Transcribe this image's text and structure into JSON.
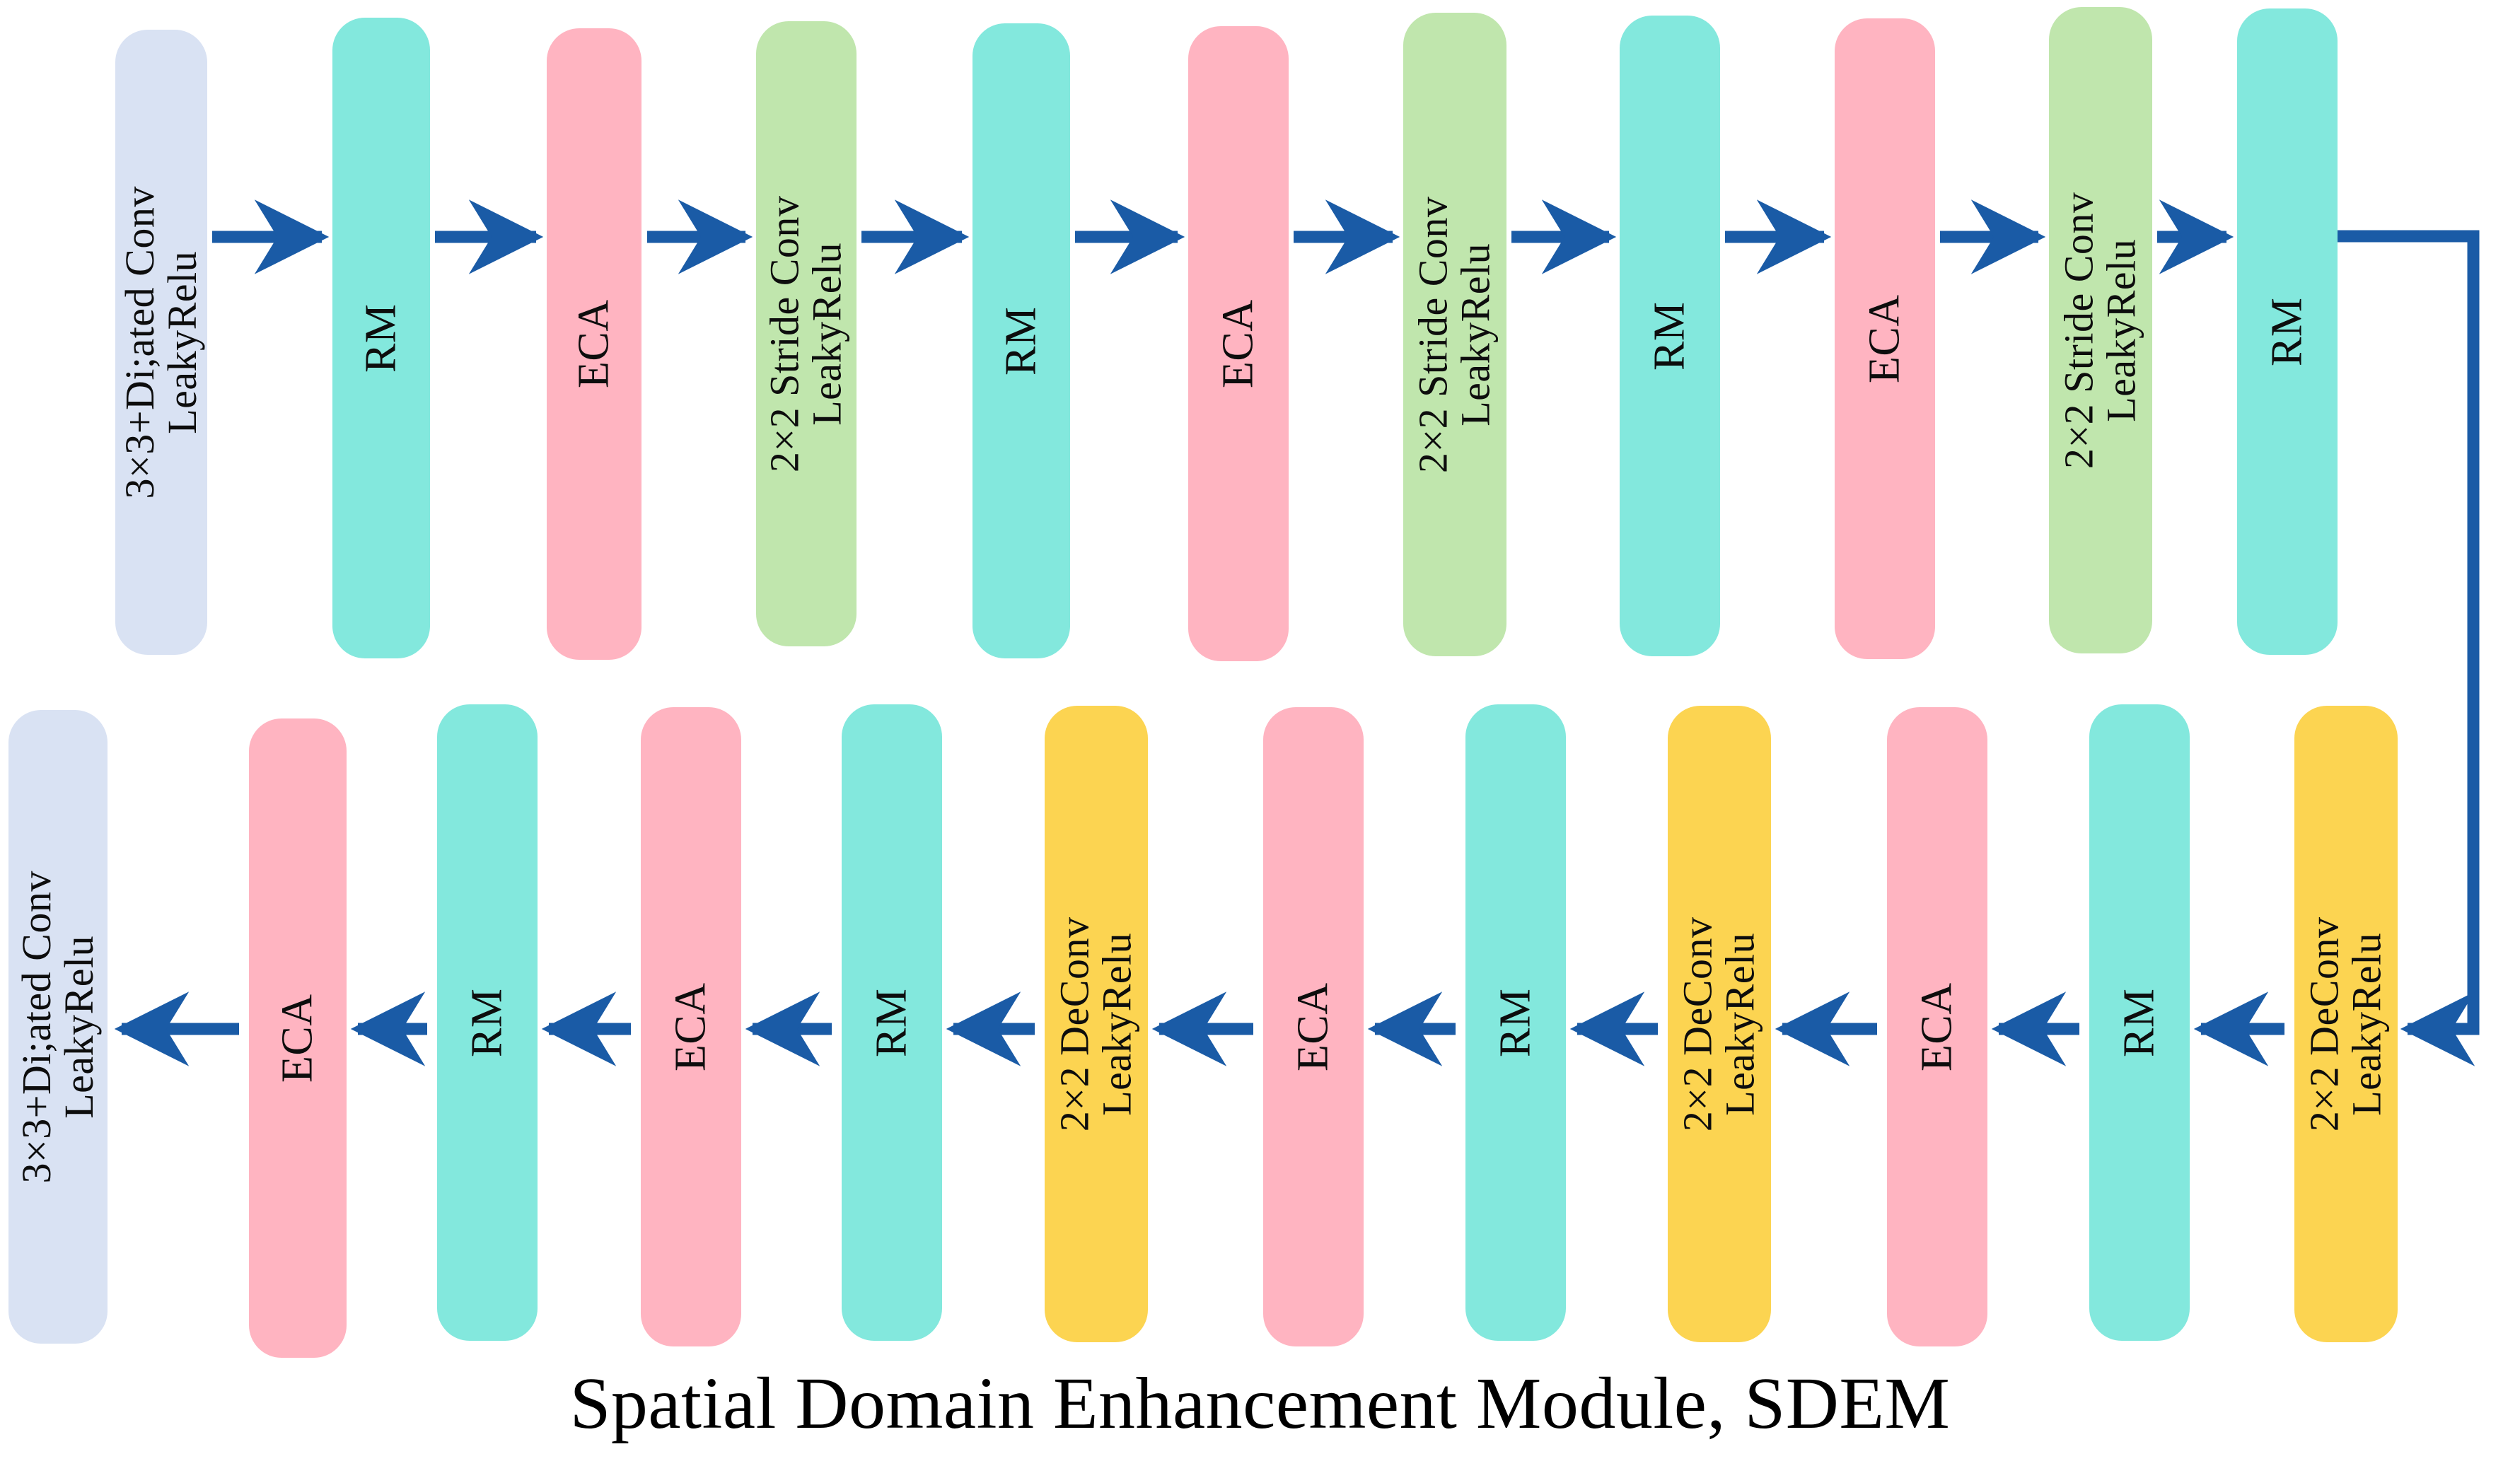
{
  "diagram": {
    "caption": "Spatial Domain Enhancement Module, SDEM",
    "colors": {
      "dilated_conv": "#d9e2f3",
      "rm": "#83e8dd",
      "eca": "#ffb4c1",
      "stride_conv": "#c0e6ad",
      "deconv": "#fcd451",
      "arrow": "#1a5ba6",
      "text": "#0d0d0d",
      "background": "#ffffff"
    },
    "encoder_row": {
      "flow_direction": "left-to-right",
      "blocks": [
        {
          "id": "enc-dilated-conv",
          "kind": "dilated-conv",
          "color": "dilated_conv",
          "line1": "3×3+Di;ated Conv",
          "line2": "LeakyRelu"
        },
        {
          "id": "enc-rm-1",
          "kind": "rm",
          "color": "rm",
          "line1": "RM",
          "line2": ""
        },
        {
          "id": "enc-eca-1",
          "kind": "eca",
          "color": "eca",
          "line1": "ECA",
          "line2": ""
        },
        {
          "id": "enc-stride-conv-1",
          "kind": "stride-conv",
          "color": "stride_conv",
          "line1": "2×2  Stride Conv",
          "line2": "LeakyRelu"
        },
        {
          "id": "enc-rm-2",
          "kind": "rm",
          "color": "rm",
          "line1": "RM",
          "line2": ""
        },
        {
          "id": "enc-eca-2",
          "kind": "eca",
          "color": "eca",
          "line1": "ECA",
          "line2": ""
        },
        {
          "id": "enc-stride-conv-2",
          "kind": "stride-conv",
          "color": "stride_conv",
          "line1": "2×2  Stride Conv",
          "line2": "LeakyRelu"
        },
        {
          "id": "enc-rm-3",
          "kind": "rm",
          "color": "rm",
          "line1": "RM",
          "line2": ""
        },
        {
          "id": "enc-eca-3",
          "kind": "eca",
          "color": "eca",
          "line1": "ECA",
          "line2": ""
        },
        {
          "id": "enc-stride-conv-3",
          "kind": "stride-conv",
          "color": "stride_conv",
          "line1": "2×2  Stride Conv",
          "line2": "LeakyRelu"
        },
        {
          "id": "enc-rm-4",
          "kind": "rm",
          "color": "rm",
          "line1": "RM",
          "line2": ""
        }
      ]
    },
    "decoder_row": {
      "flow_direction": "right-to-left",
      "blocks": [
        {
          "id": "dec-dilated-conv",
          "kind": "dilated-conv",
          "color": "dilated_conv",
          "line1": "3×3+Di;ated Conv",
          "line2": "LeakyRelu"
        },
        {
          "id": "dec-eca-1",
          "kind": "eca",
          "color": "eca",
          "line1": "ECA",
          "line2": ""
        },
        {
          "id": "dec-rm-1",
          "kind": "rm",
          "color": "rm",
          "line1": "RM",
          "line2": ""
        },
        {
          "id": "dec-eca-2",
          "kind": "eca",
          "color": "eca",
          "line1": "ECA",
          "line2": ""
        },
        {
          "id": "dec-rm-2",
          "kind": "rm",
          "color": "rm",
          "line1": "RM",
          "line2": ""
        },
        {
          "id": "dec-deconv-1",
          "kind": "deconv",
          "color": "deconv",
          "line1": "2×2  DeConv",
          "line2": "LeakyRelu"
        },
        {
          "id": "dec-eca-3",
          "kind": "eca",
          "color": "eca",
          "line1": "ECA",
          "line2": ""
        },
        {
          "id": "dec-rm-3",
          "kind": "rm",
          "color": "rm",
          "line1": "RM",
          "line2": ""
        },
        {
          "id": "dec-deconv-2",
          "kind": "deconv",
          "color": "deconv",
          "line1": "2×2  DeConv",
          "line2": "LeakyRelu"
        },
        {
          "id": "dec-eca-4",
          "kind": "eca",
          "color": "eca",
          "line1": "ECA",
          "line2": ""
        },
        {
          "id": "dec-rm-4",
          "kind": "rm",
          "color": "rm",
          "line1": "RM",
          "line2": ""
        },
        {
          "id": "dec-deconv-3",
          "kind": "deconv",
          "color": "deconv",
          "line1": "2×2  DeConv",
          "line2": "LeakyRelu"
        }
      ]
    },
    "skip_connection": {
      "name": "encoder-to-decoder-link",
      "from": "enc-rm-4",
      "to": "dec-deconv-3"
    }
  }
}
